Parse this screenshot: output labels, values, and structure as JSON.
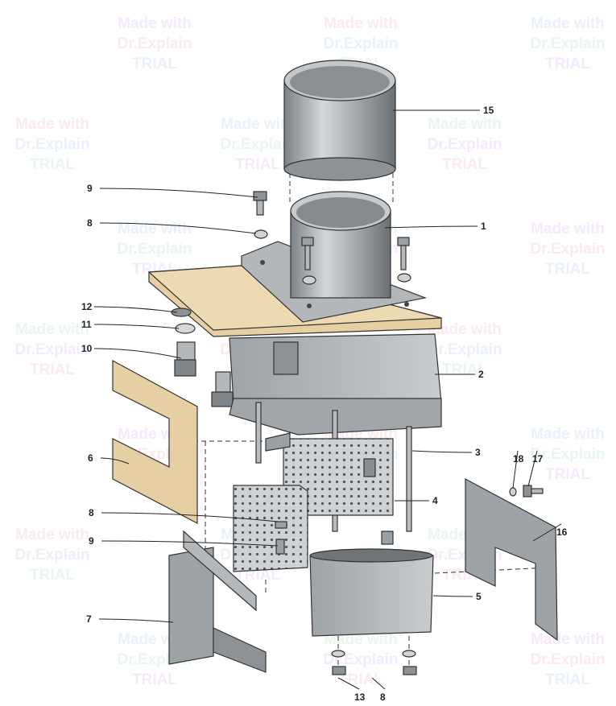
{
  "watermark": {
    "lines": [
      "Made with",
      "Dr.Explain",
      "TRIAL"
    ],
    "colors": [
      "#b060e0",
      "#e06080",
      "#6090e0",
      "#60c080"
    ]
  },
  "callouts": [
    {
      "label": "15",
      "part": "upper-cylinder"
    },
    {
      "label": "1",
      "part": "lower-cylinder-with-flange"
    },
    {
      "label": "9",
      "part": "top-bolt"
    },
    {
      "label": "8",
      "part": "top-washer"
    },
    {
      "label": "12",
      "part": "spacer"
    },
    {
      "label": "11",
      "part": "washer"
    },
    {
      "label": "10",
      "part": "bolt"
    },
    {
      "label": "2",
      "part": "housing"
    },
    {
      "label": "6",
      "part": "wood-gasket"
    },
    {
      "label": "3",
      "part": "threaded-rod"
    },
    {
      "label": "18",
      "part": "small-washer"
    },
    {
      "label": "17",
      "part": "small-bolt"
    },
    {
      "label": "8",
      "part": "inner-washer"
    },
    {
      "label": "4",
      "part": "perforated-basket"
    },
    {
      "label": "9",
      "part": "inner-bolt"
    },
    {
      "label": "16",
      "part": "metal-plate"
    },
    {
      "label": "5",
      "part": "bottom-tray"
    },
    {
      "label": "7",
      "part": "bracket"
    },
    {
      "label": "13",
      "part": "nut"
    },
    {
      "label": "8",
      "part": "bottom-washer"
    }
  ],
  "colors": {
    "metal": "#a9adb1",
    "metal_dark": "#6f7478",
    "wood": "#e6cfa3",
    "line": "#222222"
  }
}
